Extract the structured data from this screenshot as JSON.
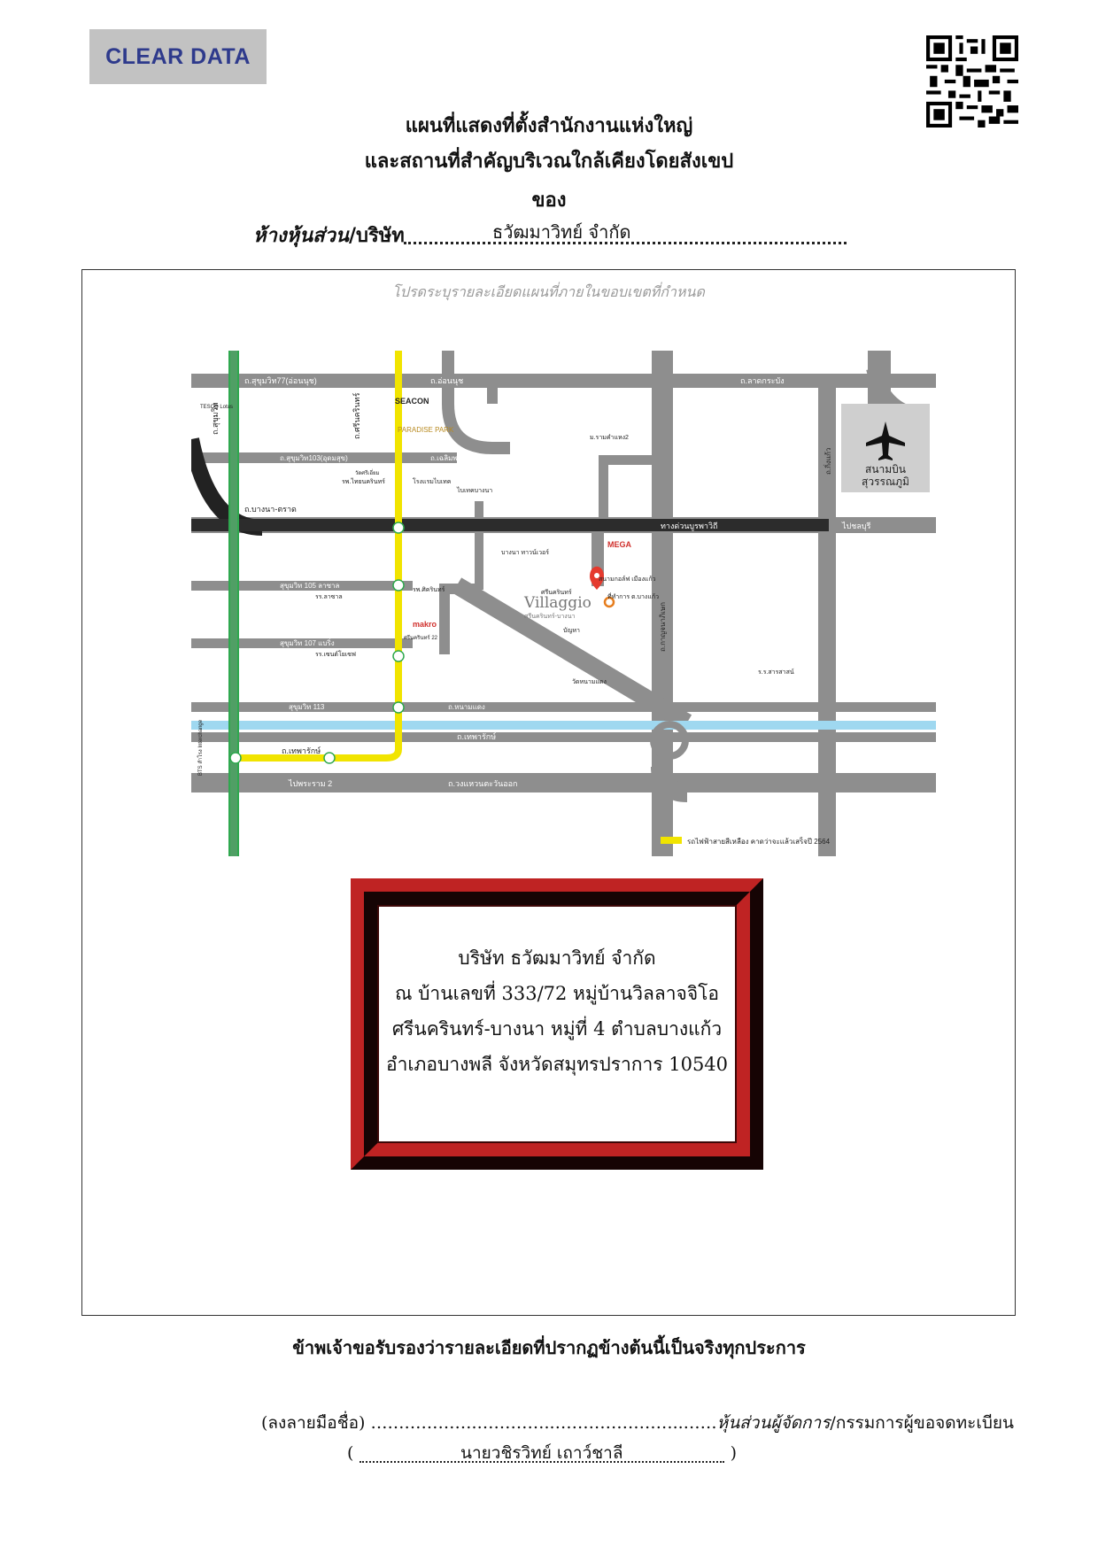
{
  "header": {
    "clear_button": "CLEAR DATA",
    "title_line1": "แผนที่แสดงที่ตั้งสำนักงานแห่งใหญ่",
    "title_line2": "และสถานที่สำคัญบริเวณใกล้เคียงโดยสังเขป",
    "title_line3": "ของ",
    "company_label_italic": "ห้างหุ้นส่วน",
    "company_label_rest": "/บริษัท",
    "company_value": "ธวัฒมาวิทย์ จำกัด"
  },
  "map_section": {
    "hint": "โปรดระบุรายละเอียดแผนที่ภายในขอบเขตที่กำหนด",
    "labels": {
      "road_sukhumvit77": "ถ.สุขุมวิท77(อ่อนนุช)",
      "road_onnut": "ถ.อ่อนนุช",
      "road_latkrabang": "ถ.ลาดกระบัง",
      "road_srinakarin": "ถ.ศรีนครินทร์",
      "road_sukhumvit": "ถ.สุขุมวิท",
      "road_sukhumvit103": "ถ.สุขุมวิท103(อุดมสุข)",
      "road_chalermprakiat": "ถ.เฉลิมพระเกียรติ",
      "road_bangna_trad": "ถ.บางนา-ตราด",
      "motorway": "ทางด่วนบูรพาวิถี",
      "to_chonburi": "ไปชลบุรี",
      "soi105": "สุขุมวิท 105 ลาซาล",
      "soi107": "สุขุมวิท 107 แบริ่ง",
      "soi113": "สุขุมวิท 113",
      "road_thepharak": "ถ.เทพารักษ์",
      "to_rama2": "ไปพระราม 2",
      "outer_ring": "ถ.วงแหวนตะวันออก",
      "kanchanaphisek": "ถ.กาญจนาภิเษก",
      "kingkaew": "ถ.กิ่งแก้ว",
      "airport": "สนามบิน",
      "airport2": "สุวรรณภูมิ",
      "seacon": "SEACON",
      "paradise": "PARADISE PARK",
      "mega": "MEGA",
      "makro": "makro",
      "tesco": "TESCO Lotus",
      "villaggio": "Villaggio",
      "villaggio_sub": "ศรีนครินทร์-บางนา",
      "nihonbashi": "ศรีนครินทร์",
      "yellow_line": "รถไฟฟ้าสายสีเหลือง คาดว่าจะแล้วเสร็จปี 2564",
      "bts": "BTS สำโรง Interchange",
      "hospital_thai": "รพ.ไทยนครินทร์",
      "wat_srieam": "วัดศรีเอี่ยม",
      "school_bangna": "โรงแรมไบเทค",
      "lasalle_school": "รร.ลาซาล",
      "samrong_hospital": "รพ.ศิครินทร์",
      "golf_course": "สนามกอล์ฟ เมืองแก้ว",
      "district_office": "ที่ทำการ ต.บางแก้ว",
      "bangna_town": "บางนา ทาวน์เวอร์",
      "mueangkaew": "บัญหา",
      "watkhamphaeng": "วัดหนามแดง",
      "ramkhamhaeng": "ร.ร.สารสาสน์",
      "school_s": "รร.เซนต์โยเซฟ",
      "soi22": "ศรีนครินทร์ 22",
      "bangplee_road": "ถ.หนามแดง",
      "soi_chaloem": "ม.รามคำแหง2",
      "bitec": "ไบเทคบางนา"
    }
  },
  "address_box": {
    "line1": "บริษัท ธวัฒมาวิทย์ จำกัด",
    "line2": "ณ บ้านเลขที่ 333/72 หมู่บ้านวิลลาจจิโอ",
    "line3": "ศรีนครินทร์-บางนา หมู่ที่ 4 ตำบลบางแก้ว",
    "line4": "อำเภอบางพลี จังหวัดสมุทรปราการ 10540"
  },
  "certification": {
    "statement": "ข้าพเจ้าขอรับรองว่ารายละเอียดที่ปรากฏข้างต้นนี้เป็นจริงทุกประการ",
    "sign_label": "(ลงลายมือชื่อ) ……………….…………..…………………..……",
    "role_italic": "หุ้นส่วนผู้จัดการ",
    "role_rest": "/กรรมการผู้ขอจดทะเบียน",
    "open_paren": "(",
    "close_paren": ")",
    "signer_name": "นายวชิรวิทย์ เถาว์ชาลี"
  },
  "colors": {
    "clear_button_bg": "#c2c2c2",
    "clear_button_text": "#2e3a8c",
    "address_frame": "#6b1414",
    "road_gray": "#8e8e8e",
    "yellow_line": "#f1e400",
    "green_line": "#2fa84f",
    "canal_blue": "#9fd8f0"
  }
}
